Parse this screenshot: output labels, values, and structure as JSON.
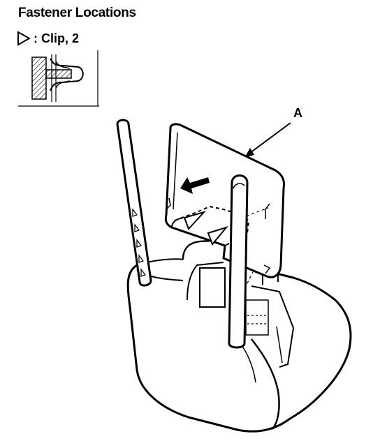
{
  "heading": "Fastener Locations",
  "legend": {
    "label": ": Clip, 2",
    "icon": "triangle-outline-icon"
  },
  "callout": {
    "letter": "A"
  }
}
